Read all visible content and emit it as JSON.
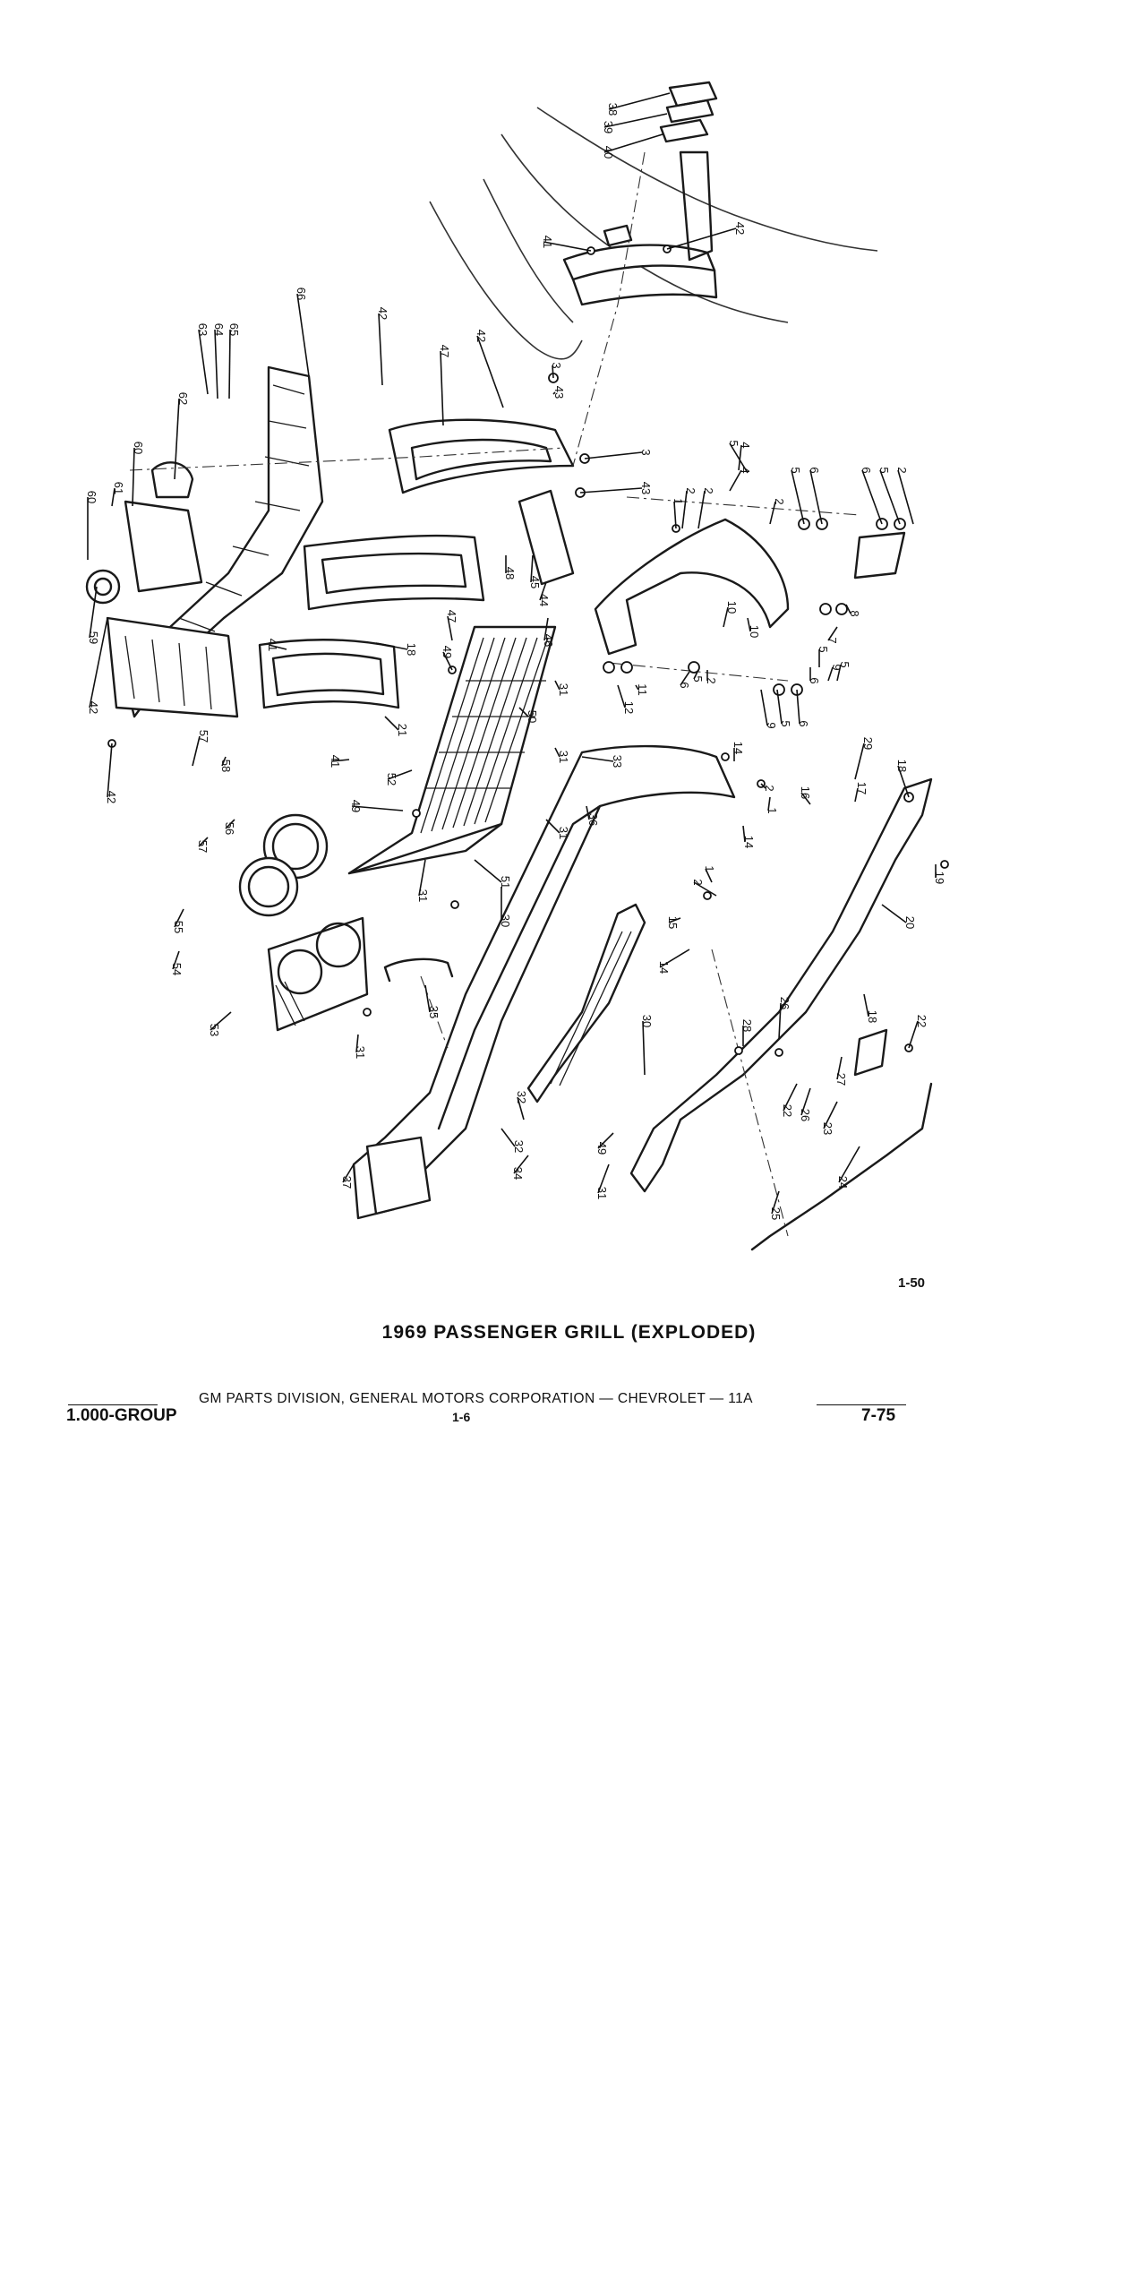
{
  "figure": {
    "id": "1-50",
    "caption": "1969 PASSENGER GRILL (EXPLODED)"
  },
  "footer": {
    "publisher": "GM PARTS DIVISION, GENERAL MOTORS CORPORATION — CHEVROLET — 11A",
    "section": "1.000-GROUP",
    "page": "1-6",
    "date": "7-75"
  },
  "callouts": [
    "1",
    "2",
    "3",
    "4",
    "5",
    "6",
    "7",
    "8",
    "9",
    "10",
    "11",
    "12",
    "13",
    "14",
    "15",
    "16",
    "17",
    "18",
    "19",
    "20",
    "21",
    "22",
    "23",
    "24",
    "25",
    "26",
    "27",
    "28",
    "29",
    "30",
    "31",
    "32",
    "33",
    "34",
    "35",
    "36",
    "37",
    "38",
    "39",
    "40",
    "41",
    "42",
    "43",
    "44",
    "45",
    "46",
    "47",
    "48",
    "49",
    "50",
    "51",
    "52",
    "53",
    "54",
    "55",
    "56",
    "57",
    "58",
    "59",
    "60",
    "61",
    "62",
    "63",
    "64",
    "65",
    "66"
  ]
}
